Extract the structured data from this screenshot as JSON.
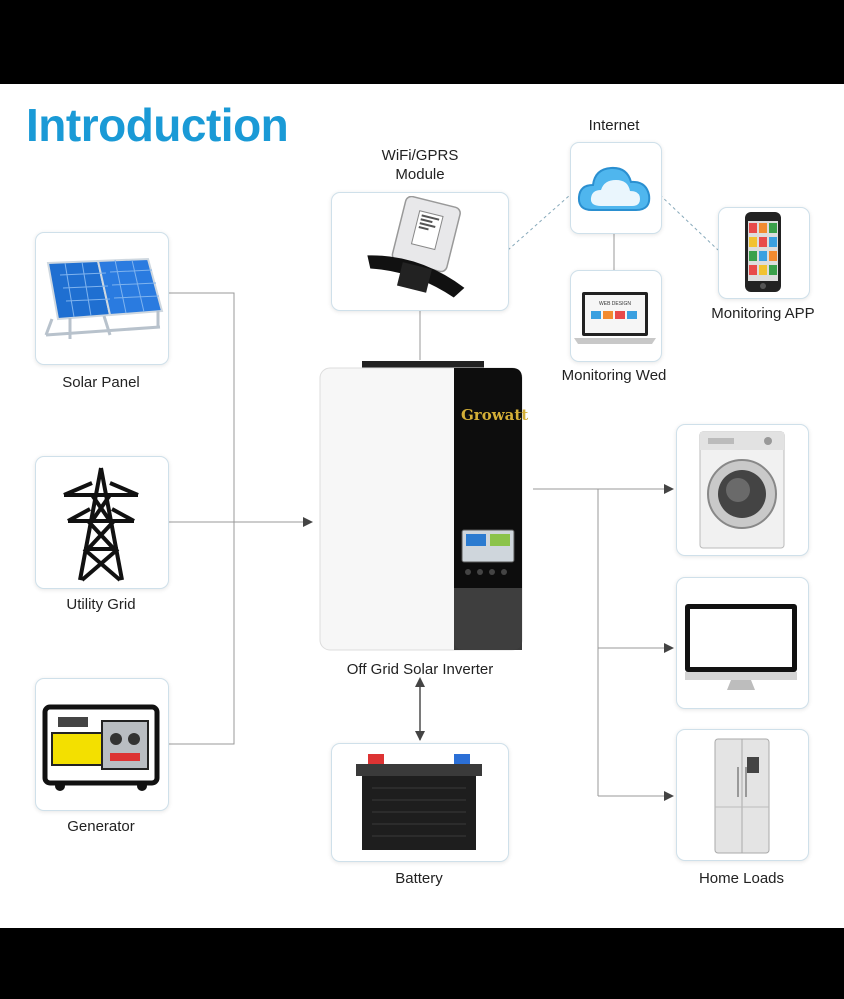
{
  "title": "Introduction",
  "inputs": {
    "solar_panel": "Solar Panel",
    "utility_grid": "Utility Grid",
    "generator": "Generator"
  },
  "wifi_module": "WiFi/GPRS\nModule",
  "internet": "Internet",
  "monitoring_web": "Monitoring Wed",
  "monitoring_app": "Monitoring APP",
  "inverter": {
    "label": "Off Grid Solar Inverter",
    "brand": "Growatt"
  },
  "battery": "Battery",
  "home_loads": "Home Loads",
  "web_screen_text": "WEB DESIGN",
  "colors": {
    "title": "#1a9ad6",
    "border": "#cfe0ea",
    "solar_blue": "#1f6fd1",
    "generator_yellow": "#f3e000",
    "brand_gold": "#d4af37"
  }
}
